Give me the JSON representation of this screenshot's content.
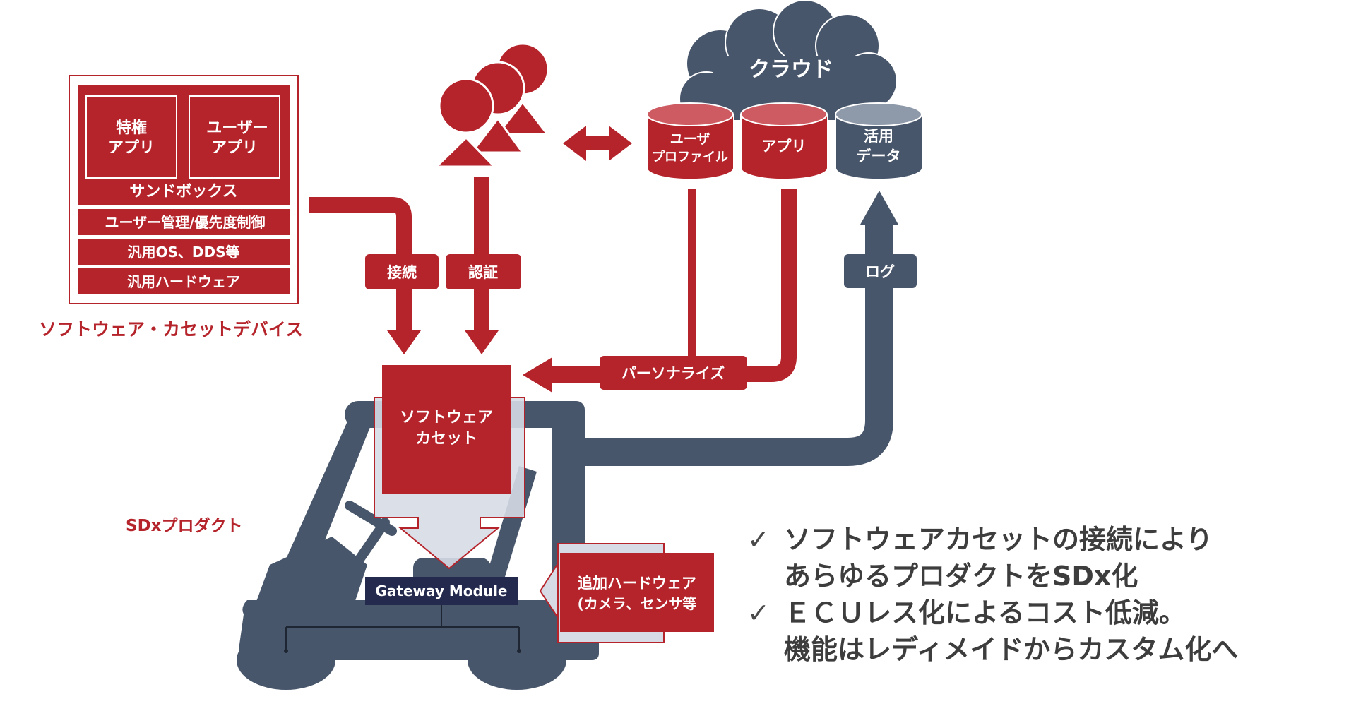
{
  "colors": {
    "red": "#b5232b",
    "red_light": "#cf5b62",
    "slate": "#48566b",
    "slate_light": "#8e99aa",
    "pale": "#d6dbe6",
    "navy": "#232a4e",
    "text_dark": "#3d3d3d"
  },
  "device": {
    "caption": "ソフトウェア・カセットデバイス",
    "apps": [
      {
        "line1": "特権",
        "line2": "アプリ"
      },
      {
        "line1": "ユーザー",
        "line2": "アプリ"
      }
    ],
    "sandbox": "サンドボックス",
    "layers": [
      "ユーザー管理/優先度制御",
      "汎用OS、DDS等",
      "汎用ハードウェア"
    ]
  },
  "cloud": {
    "title": "クラウド",
    "stores": [
      {
        "line1": "ユーザ",
        "line2": "プロファイル",
        "style": "red"
      },
      {
        "line1": "アプリ",
        "line2": "",
        "style": "red"
      },
      {
        "line1": "活用",
        "line2": "データ",
        "style": "slate"
      }
    ]
  },
  "flows": {
    "connect": "接続",
    "auth": "認証",
    "personalize": "パーソナライズ",
    "log": "ログ"
  },
  "cassette": {
    "line1": "ソフトウェア",
    "line2": "カセット"
  },
  "product": {
    "caption": "SDxプロダクト",
    "gateway": "Gateway Module",
    "extra_hw": {
      "line1": "追加ハードウェア",
      "line2": "(カメラ、センサ等"
    }
  },
  "bullets": [
    {
      "check": "✓",
      "lines": [
        "ソフトウェアカセットの接続により",
        "あらゆるプロダクトをSDx化"
      ]
    },
    {
      "check": "✓",
      "lines": [
        "ＥＣＵレス化によるコスト低減。",
        "機能はレディメイドからカスタム化へ"
      ]
    }
  ]
}
